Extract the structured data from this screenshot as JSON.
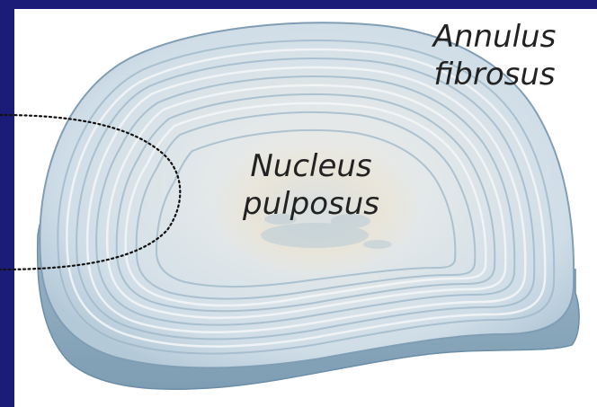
{
  "labels": {
    "annulus": {
      "line1": "Annulus",
      "line2": "fibrosus"
    },
    "nucleus": {
      "line1": "Nucleus",
      "line2": "pulposus"
    }
  },
  "colors": {
    "frame": "#1b1b78",
    "background": "#ffffff",
    "disc_fill": "#dfe9ef",
    "disc_rings": "#9cb6c8",
    "disc_edge": "#6b8ea8",
    "nucleus_fill": "#ece7da",
    "callout_line": "#111111"
  }
}
